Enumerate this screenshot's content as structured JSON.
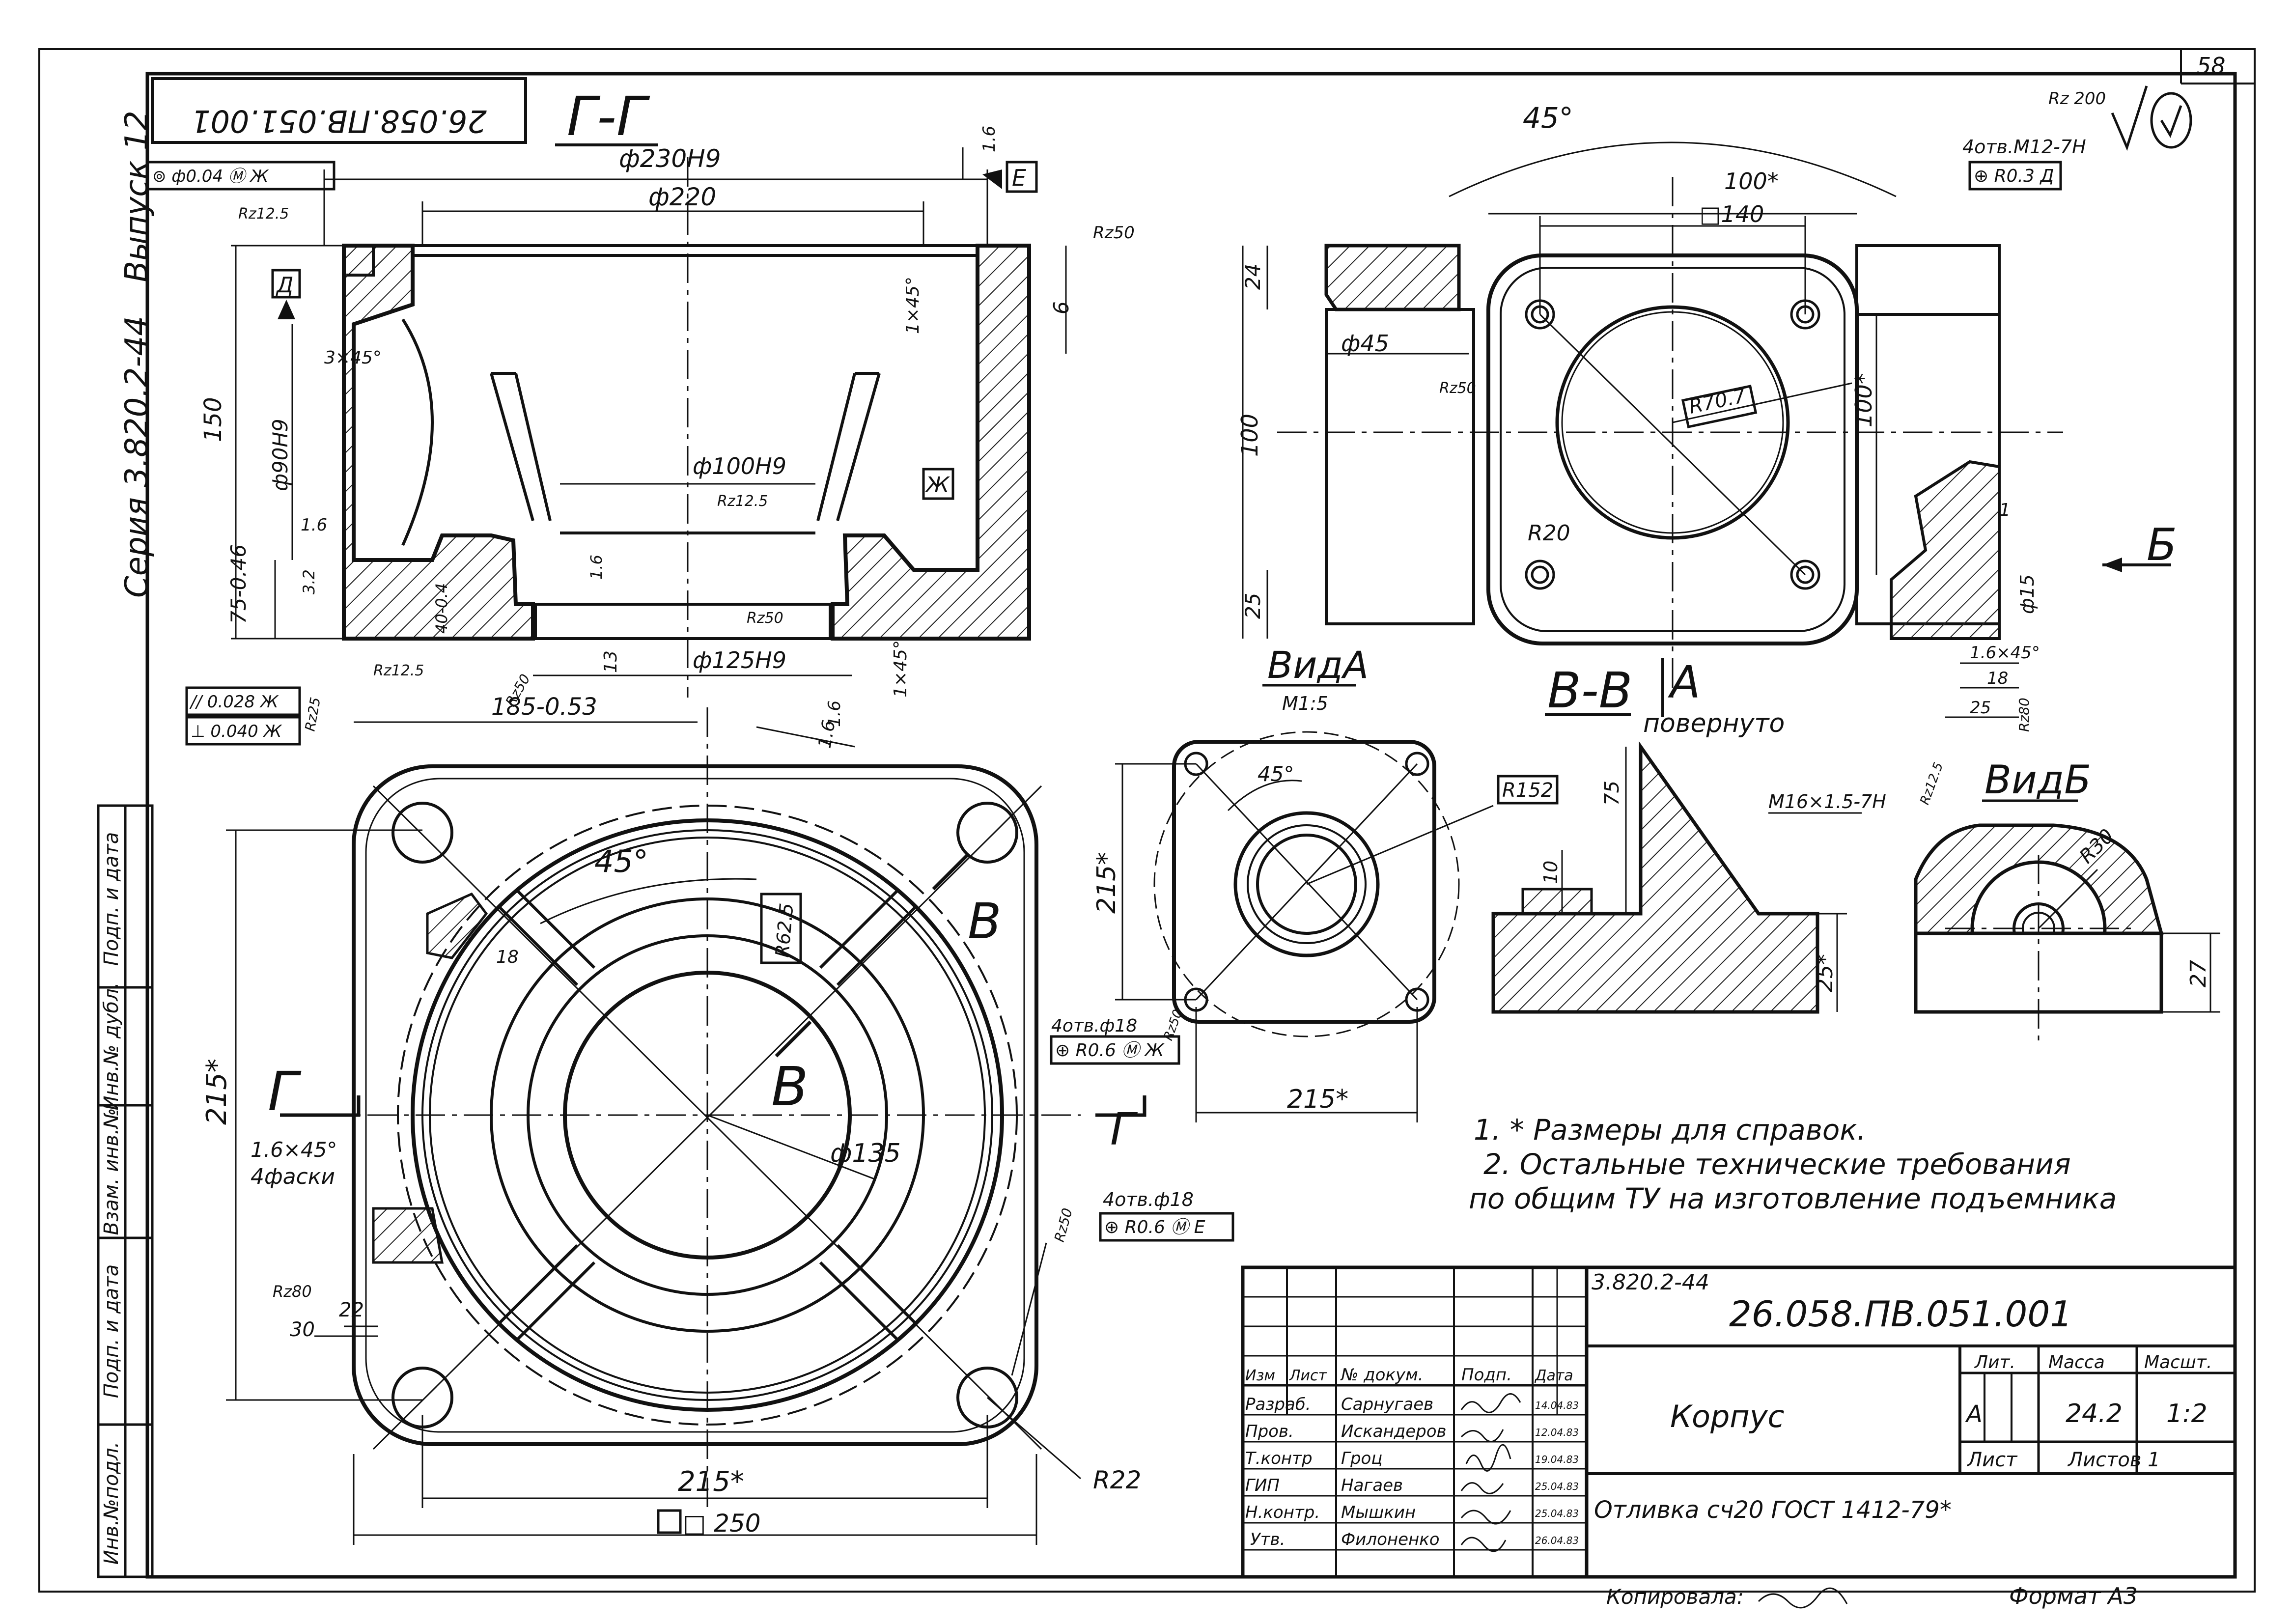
{
  "sheet_number": "58",
  "roughness_general": "Rz 200",
  "stamp_code": "26.058.ПВ.051.001",
  "side": {
    "series": "Серия 3.820.2-44",
    "issue": "Выпуск 12"
  },
  "section_gg": {
    "title": "Г-Г",
    "dims": {
      "d230": "ф230Н9",
      "d220": "ф220",
      "d90": "ф90Н9",
      "d100": "ф100Н9",
      "d125": "ф125Н9",
      "h150": "150",
      "h75": "75-0.46",
      "h185": "185-0.53",
      "h6": "6",
      "c1": "1×45°",
      "c3": "3×45°",
      "h13": "13",
      "h40": "40-0.4",
      "r16a": "1.6",
      "r16b": "1.6",
      "r16c": "1.6",
      "r16d": "1.6",
      "r32": "3.2",
      "rz50a": "Rz50",
      "rz50b": "Rz50",
      "rz50c": "Rz50",
      "rz125a": "Rz12.5",
      "rz125b": "Rz12.5",
      "rz125c": "Rz12.5",
      "rz25": "Rz25"
    },
    "frame_conc": "⊚ ф0.04 Ⓜ Ж",
    "frame_par": "// 0.028 Ж",
    "frame_perp": "⊥ 0.040 Ж",
    "datums": {
      "d": "Д",
      "e": "Е",
      "zh": "Ж"
    }
  },
  "top_view": {
    "dims": {
      "a45": "45°",
      "d100": "100*",
      "sq140": "□140",
      "h24": "24",
      "d45": "ф45",
      "h100": "100",
      "h100b": "100*",
      "h25": "25",
      "r707": "R70.7",
      "r20": "R20",
      "rz50": "Rz50",
      "d15": "ф15",
      "c16": "1.6×45°",
      "w18": "18",
      "w25": "25",
      "rz80": "Rz80",
      "n1": "1"
    },
    "holes": "4отв.М12-7Н",
    "frame": "⊕ R0.3 Д",
    "arrow": "Б"
  },
  "view_a": {
    "title": "ВидА",
    "scale": "М1:5",
    "a45": "45°",
    "r152": "R152",
    "d215v": "215*",
    "d215h": "215*",
    "holes": "4отв.ф18",
    "frame": "⊕ R0.6 Ⓜ Ж",
    "rz50": "Rz50"
  },
  "section_vv": {
    "title": "В-В",
    "note": "повернуто",
    "arrow": "А",
    "h75": "75",
    "h10": "10",
    "h25": "25*"
  },
  "view_b": {
    "title": "ВидБ",
    "thread": "М16×1.5-7Н",
    "r30": "R30",
    "h27": "27",
    "rz125": "Rz12.5"
  },
  "plan": {
    "a45": "45°",
    "r625": "R62.5",
    "d135": "ф135",
    "d215v": "215*",
    "d215h": "215*",
    "sq250": "□ 250",
    "r22": "R22",
    "h22": "22",
    "h30": "30",
    "h18": "18",
    "rz80": "Rz80",
    "rz50": "Rz50",
    "r16": "1.6",
    "chamfer": "1.6×45°",
    "chamfer2": "4фаски",
    "holes": "4отв.ф18",
    "frame": "⊕ R0.6 Ⓜ Е",
    "cut_g": "Г",
    "cut_g2": "Г",
    "cut_v": "В",
    "cut_v2": "В"
  },
  "notes": [
    "1. * Размеры для справок.",
    "2.  Остальные технические требования",
    "по общим ТУ на изготовление подъемника"
  ],
  "title_block": {
    "series": "3.820.2-44",
    "code": "26.058.ПВ.051.001",
    "name": "Корпус",
    "material": "Отливка сч20 ГОСТ 1412-79*",
    "headers": {
      "izm": "Изм",
      "list": "Лист",
      "doc": "№ докум.",
      "sign": "Подп.",
      "date": "Дата"
    },
    "rows": [
      {
        "role": "Разраб.",
        "name": "Сарнугаев",
        "date": "14.04.83"
      },
      {
        "role": "Пров.",
        "name": "Искандеров",
        "date": "12.04.83"
      },
      {
        "role": "Т.контр",
        "name": "Гроц",
        "date": "19.04.83"
      },
      {
        "role": "ГИП",
        "name": "Нагаев",
        "date": "25.04.83"
      },
      {
        "role": "Н.контр.",
        "name": "Мышкин",
        "date": "25.04.83"
      },
      {
        "role": "Утв.",
        "name": "Филоненко",
        "date": "26.04.83"
      }
    ],
    "lit_label": "Лит.",
    "mass_label": "Масса",
    "scale_label": "Масшт.",
    "lit": "А",
    "mass": "24.2",
    "scale": "1:2",
    "sheet_label": "Лист",
    "sheets_label": "Листов 1"
  },
  "left_strip": [
    "Инв.№подл.",
    "Подп. и дата",
    "Взам. инв.№",
    "Инв.№ дубл.",
    "Подп. и дата"
  ],
  "copied": "Копировала:",
  "format": "Формат А3"
}
